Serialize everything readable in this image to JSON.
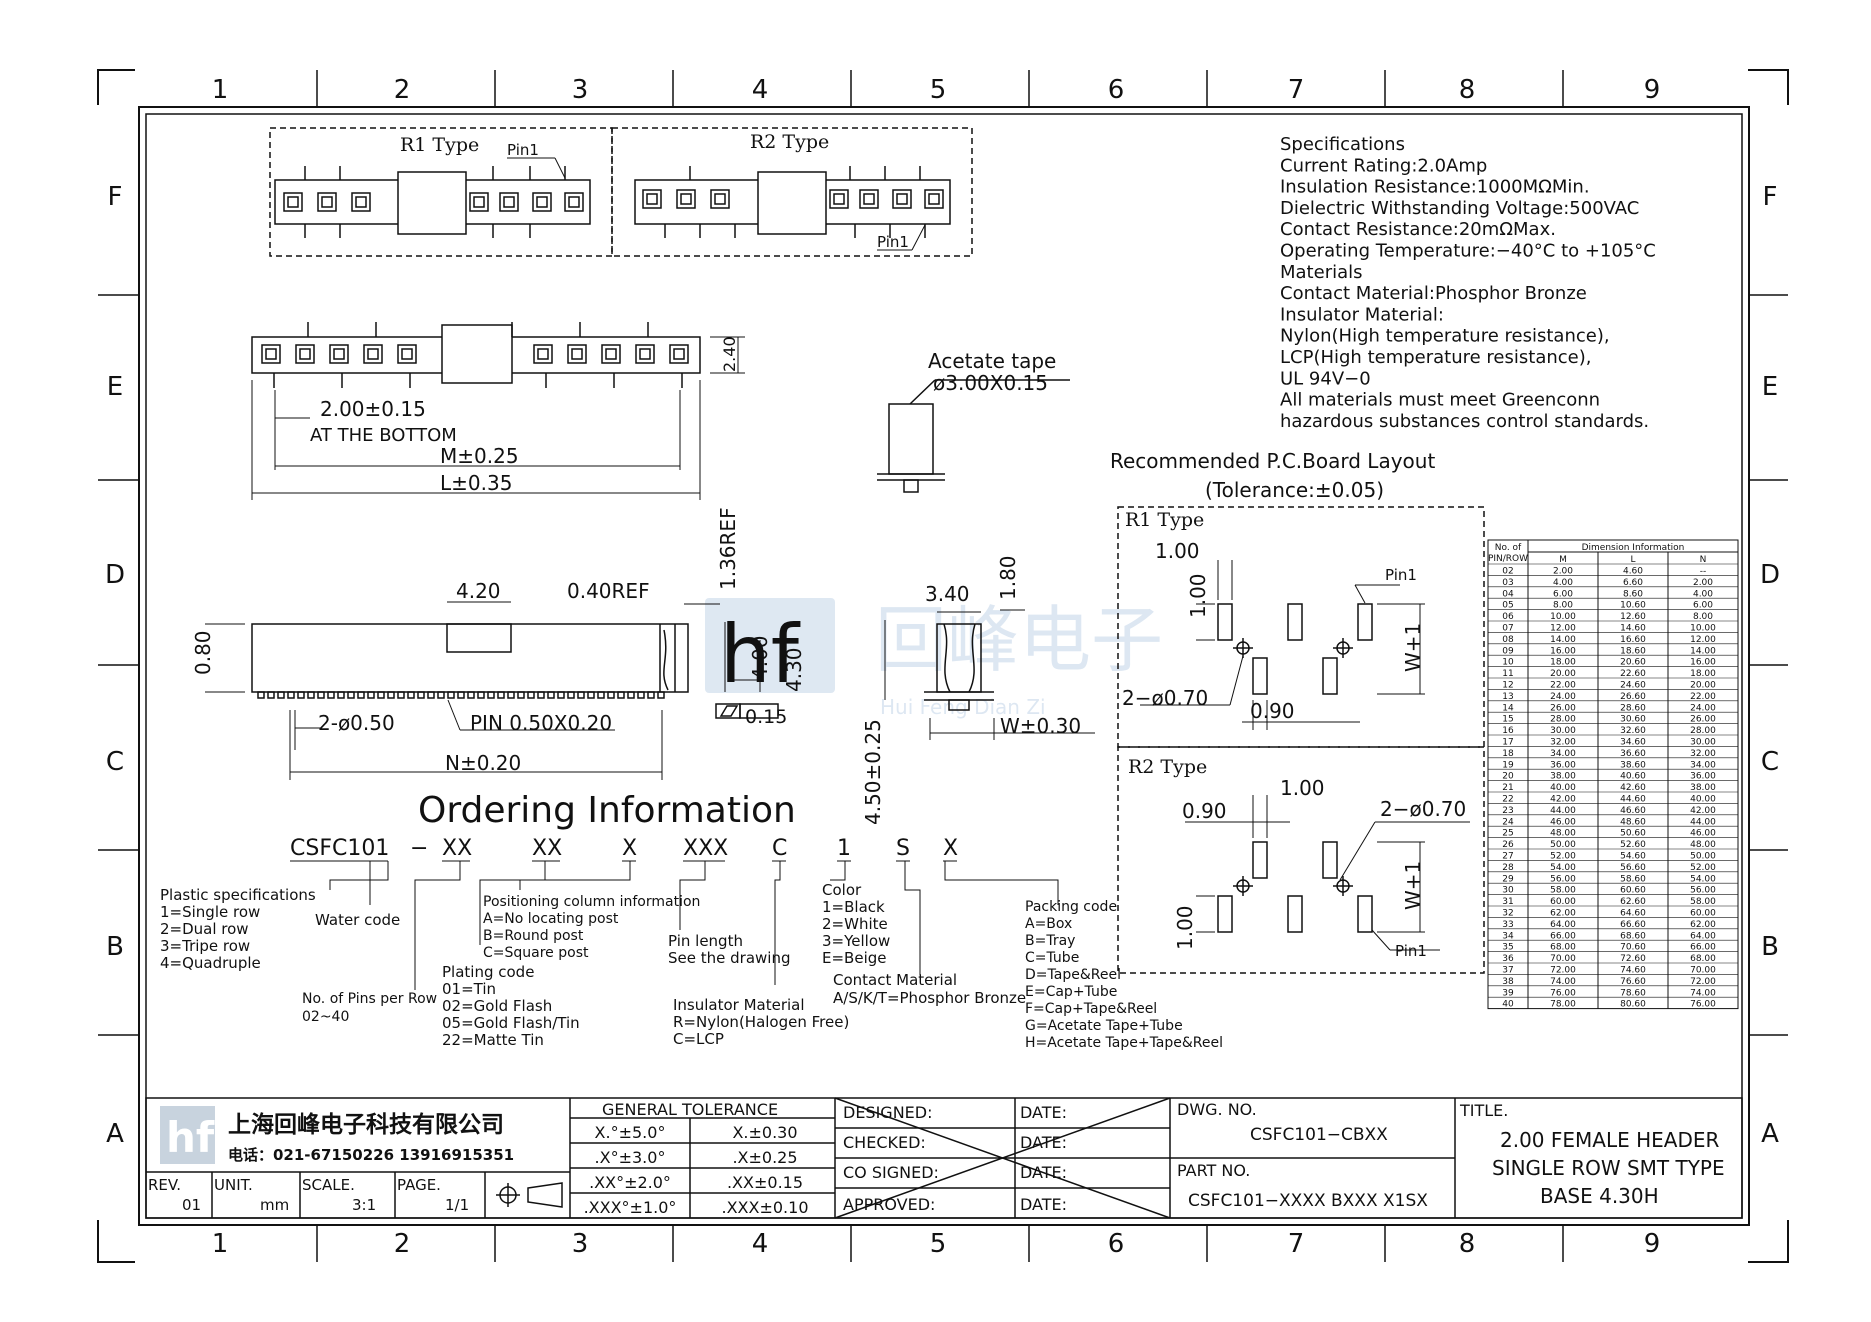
{
  "grid": {
    "columns": [
      "1",
      "2",
      "3",
      "4",
      "5",
      "6",
      "7",
      "8",
      "9"
    ],
    "rows": [
      "F",
      "E",
      "D",
      "C",
      "B",
      "A"
    ]
  },
  "views": {
    "r1_label": "R1 Type",
    "r2_label": "R2 Type",
    "pin1": "Pin1"
  },
  "front_view": {
    "pitch": "2.00±0.15",
    "at_bottom": "AT THE BOTTOM",
    "m": "M±0.25",
    "l": "L±0.35",
    "height": "2.40"
  },
  "acetate": {
    "label": "Acetate tape",
    "size": "ø3.00X0.15"
  },
  "side_view": {
    "d420": "4.20",
    "d040ref": "0.40REF",
    "d136ref": "1.36REF",
    "d080": "0.80",
    "d400": "4.00",
    "d430": "4.30",
    "flat": "0.15",
    "holes": "2-ø0.50",
    "pin": "PIN 0.50X0.20",
    "n": "N±0.20",
    "d340": "3.40",
    "d180": "1.80",
    "d450": "4.50±0.25",
    "w": "W±0.30"
  },
  "specs": {
    "lines": [
      "Specifications",
      "Current  Rating:2.0Amp",
      "Insulation  Resistance:1000MΩMin.",
      "Dielectric  Withstanding  Voltage:500VAC",
      "Contact  Resistance:20mΩMax.",
      "Operating  Temperature:−40°C  to  +105°C",
      "Materials",
      "Contact  Material:Phosphor Bronze",
      "Insulator  Material:",
      "Nylon(High  temperature  resistance),",
      "LCP(High  temperature  resistance),",
      "UL  94V−0",
      "All  materials  must  meet  Greenconn",
      "hazardous  substances  control  standards."
    ]
  },
  "pcb": {
    "title": "Recommended  P.C.Board Layout",
    "tolerance": "(Tolerance:±0.05)",
    "r1": {
      "d100a": "1.00",
      "d100b": "1.00",
      "holes": "2−ø0.70",
      "d090": "0.90",
      "w": "W+1"
    },
    "r2": {
      "d090": "0.90",
      "d100a": "1.00",
      "holes": "2−ø0.70",
      "d100b": "1.00",
      "w": "W+1"
    }
  },
  "ordering": {
    "title": "Ordering  Information",
    "code": [
      "CSFC101",
      "−",
      "XX",
      "XX",
      "X",
      "XXX",
      "C",
      "1",
      "S",
      "X"
    ],
    "plastic": [
      "Plastic  specifications",
      "1=Single row",
      "2=Dual  row",
      "3=Tripe  row",
      "4=Quadruple"
    ],
    "water": "Water  code",
    "pins": [
      "No. of Pins per Row",
      "02~40"
    ],
    "plating": [
      "Plating  code",
      "01=Tin",
      "02=Gold  Flash",
      "05=Gold  Flash/Tin",
      "22=Matte  Tin"
    ],
    "positioning": [
      "Positioning  column  information",
      "A=No  locating  post",
      "B=Round  post",
      "C=Square  post"
    ],
    "pinlen": [
      "Pin  length",
      "See  the  drawing"
    ],
    "insulator": [
      "Insulator  Material",
      "R=Nylon(Halogen  Free)",
      "C=LCP"
    ],
    "color": [
      "Color",
      "1=Black",
      "2=White",
      "3=Yellow",
      "E=Beige"
    ],
    "contact": [
      "Contact  Material",
      "A/S/K/T=Phosphor  Bronze"
    ],
    "packing": [
      "Packing  code",
      "A=Box",
      "B=Tray",
      "C=Tube",
      "D=Tape&Reel",
      "E=Cap+Tube",
      "F=Cap+Tape&Reel",
      "G=Acetate  Tape+Tube",
      "H=Acetate  Tape+Tape&Reel"
    ]
  },
  "dim_table": {
    "h1": "No. of",
    "h1b": "PIN/ROW",
    "h2": "Dimension  Information",
    "cols": [
      "M",
      "L",
      "N"
    ],
    "rows": [
      [
        "02",
        "2.00",
        "4.60",
        "--"
      ],
      [
        "03",
        "4.00",
        "6.60",
        "2.00"
      ],
      [
        "04",
        "6.00",
        "8.60",
        "4.00"
      ],
      [
        "05",
        "8.00",
        "10.60",
        "6.00"
      ],
      [
        "06",
        "10.00",
        "12.60",
        "8.00"
      ],
      [
        "07",
        "12.00",
        "14.60",
        "10.00"
      ],
      [
        "08",
        "14.00",
        "16.60",
        "12.00"
      ],
      [
        "09",
        "16.00",
        "18.60",
        "14.00"
      ],
      [
        "10",
        "18.00",
        "20.60",
        "16.00"
      ],
      [
        "11",
        "20.00",
        "22.60",
        "18.00"
      ],
      [
        "12",
        "22.00",
        "24.60",
        "20.00"
      ],
      [
        "13",
        "24.00",
        "26.60",
        "22.00"
      ],
      [
        "14",
        "26.00",
        "28.60",
        "24.00"
      ],
      [
        "15",
        "28.00",
        "30.60",
        "26.00"
      ],
      [
        "16",
        "30.00",
        "32.60",
        "28.00"
      ],
      [
        "17",
        "32.00",
        "34.60",
        "30.00"
      ],
      [
        "18",
        "34.00",
        "36.60",
        "32.00"
      ],
      [
        "19",
        "36.00",
        "38.60",
        "34.00"
      ],
      [
        "20",
        "38.00",
        "40.60",
        "36.00"
      ],
      [
        "21",
        "40.00",
        "42.60",
        "38.00"
      ],
      [
        "22",
        "42.00",
        "44.60",
        "40.00"
      ],
      [
        "23",
        "44.00",
        "46.60",
        "42.00"
      ],
      [
        "24",
        "46.00",
        "48.60",
        "44.00"
      ],
      [
        "25",
        "48.00",
        "50.60",
        "46.00"
      ],
      [
        "26",
        "50.00",
        "52.60",
        "48.00"
      ],
      [
        "27",
        "52.00",
        "54.60",
        "50.00"
      ],
      [
        "28",
        "54.00",
        "56.60",
        "52.00"
      ],
      [
        "29",
        "56.00",
        "58.60",
        "54.00"
      ],
      [
        "30",
        "58.00",
        "60.60",
        "56.00"
      ],
      [
        "31",
        "60.00",
        "62.60",
        "58.00"
      ],
      [
        "32",
        "62.00",
        "64.60",
        "60.00"
      ],
      [
        "33",
        "64.00",
        "66.60",
        "62.00"
      ],
      [
        "34",
        "66.00",
        "68.60",
        "64.00"
      ],
      [
        "35",
        "68.00",
        "70.60",
        "66.00"
      ],
      [
        "36",
        "70.00",
        "72.60",
        "68.00"
      ],
      [
        "37",
        "72.00",
        "74.60",
        "70.00"
      ],
      [
        "38",
        "74.00",
        "76.60",
        "72.00"
      ],
      [
        "39",
        "76.00",
        "78.60",
        "74.00"
      ],
      [
        "40",
        "78.00",
        "80.60",
        "76.00"
      ]
    ]
  },
  "title_block": {
    "company": "上海回峰电子科技有限公司",
    "phone": "电话：021-67150226  13916915351",
    "rev_label": "REV.",
    "rev": "01",
    "unit_label": "UNIT.",
    "unit": "mm",
    "scale_label": "SCALE.",
    "scale": "3:1",
    "page_label": "PAGE.",
    "page": "1/1",
    "tol_title": "GENERAL  TOLERANCE",
    "tol": [
      [
        "X.°±5.0°",
        "X.±0.30"
      ],
      [
        ".X°±3.0°",
        ".X±0.25"
      ],
      [
        ".XX°±2.0°",
        ".XX±0.15"
      ],
      [
        ".XXX°±1.0°",
        ".XXX±0.10"
      ]
    ],
    "designed": "DESIGNED:",
    "checked": "CHECKED:",
    "cosigned": "CO  SIGNED:",
    "approved": "APPROVED:",
    "date": "DATE:",
    "dwg_label": "DWG.  NO.",
    "dwg": "CSFC101−CBXX",
    "part_label": "PART  NO.",
    "part": "CSFC101−XXXX  BXXX  X1SX",
    "title_label": "TITLE.",
    "title": [
      "2.00  FEMALE  HEADER",
      "SINGLE  ROW  SMT  TYPE",
      "BASE  4.30H"
    ]
  },
  "watermark": {
    "text": "回峰电子",
    "sub": "Hui Feng Dian Zi"
  }
}
